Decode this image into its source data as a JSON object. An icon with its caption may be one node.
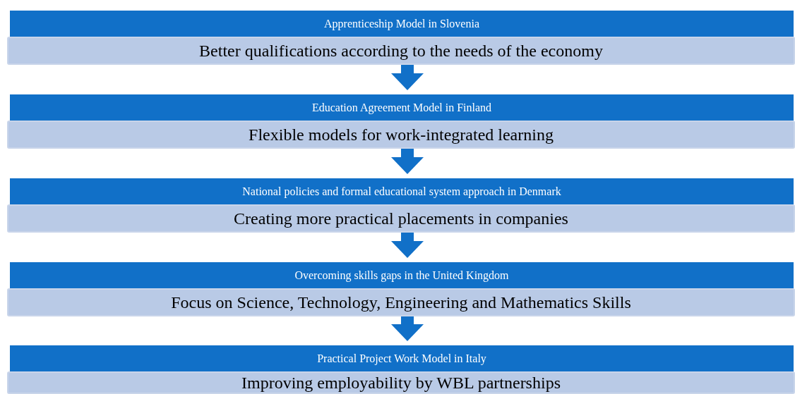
{
  "diagram": {
    "nodes": [
      {
        "text": [
          "Apprenticeship Model in Slovenia"
        ]
      },
      {
        "text": [
          "Better qualifications according to the needs of the economy"
        ]
      },
      {
        "text": [
          "Education Agreement Model in Finland"
        ]
      },
      {
        "text": [
          "Flexible models for work-integrated learning"
        ]
      },
      {
        "text": [
          "National policies and formal educational system approach in Denmark"
        ]
      },
      {
        "text": [
          "Creating more practical placements in companies"
        ]
      },
      {
        "text": [
          "Overcoming skills gaps in the United Kingdom"
        ]
      },
      {
        "text": [
          "Focus on Science, Technology, Engineering and Mathematics Skills"
        ]
      },
      {
        "text": [
          "Practical Project Work Model in Italy"
        ]
      },
      {
        "text": [
          "Improving employability by WBL partnerships"
        ]
      }
    ],
    "edges": [
      {
        "from": 1,
        "to": 2,
        "arrow": "to"
      },
      {
        "from": 3,
        "to": 4,
        "arrow": "to"
      },
      {
        "from": 5,
        "to": 6,
        "arrow": "to"
      },
      {
        "from": 7,
        "to": 8,
        "arrow": "to"
      }
    ]
  }
}
